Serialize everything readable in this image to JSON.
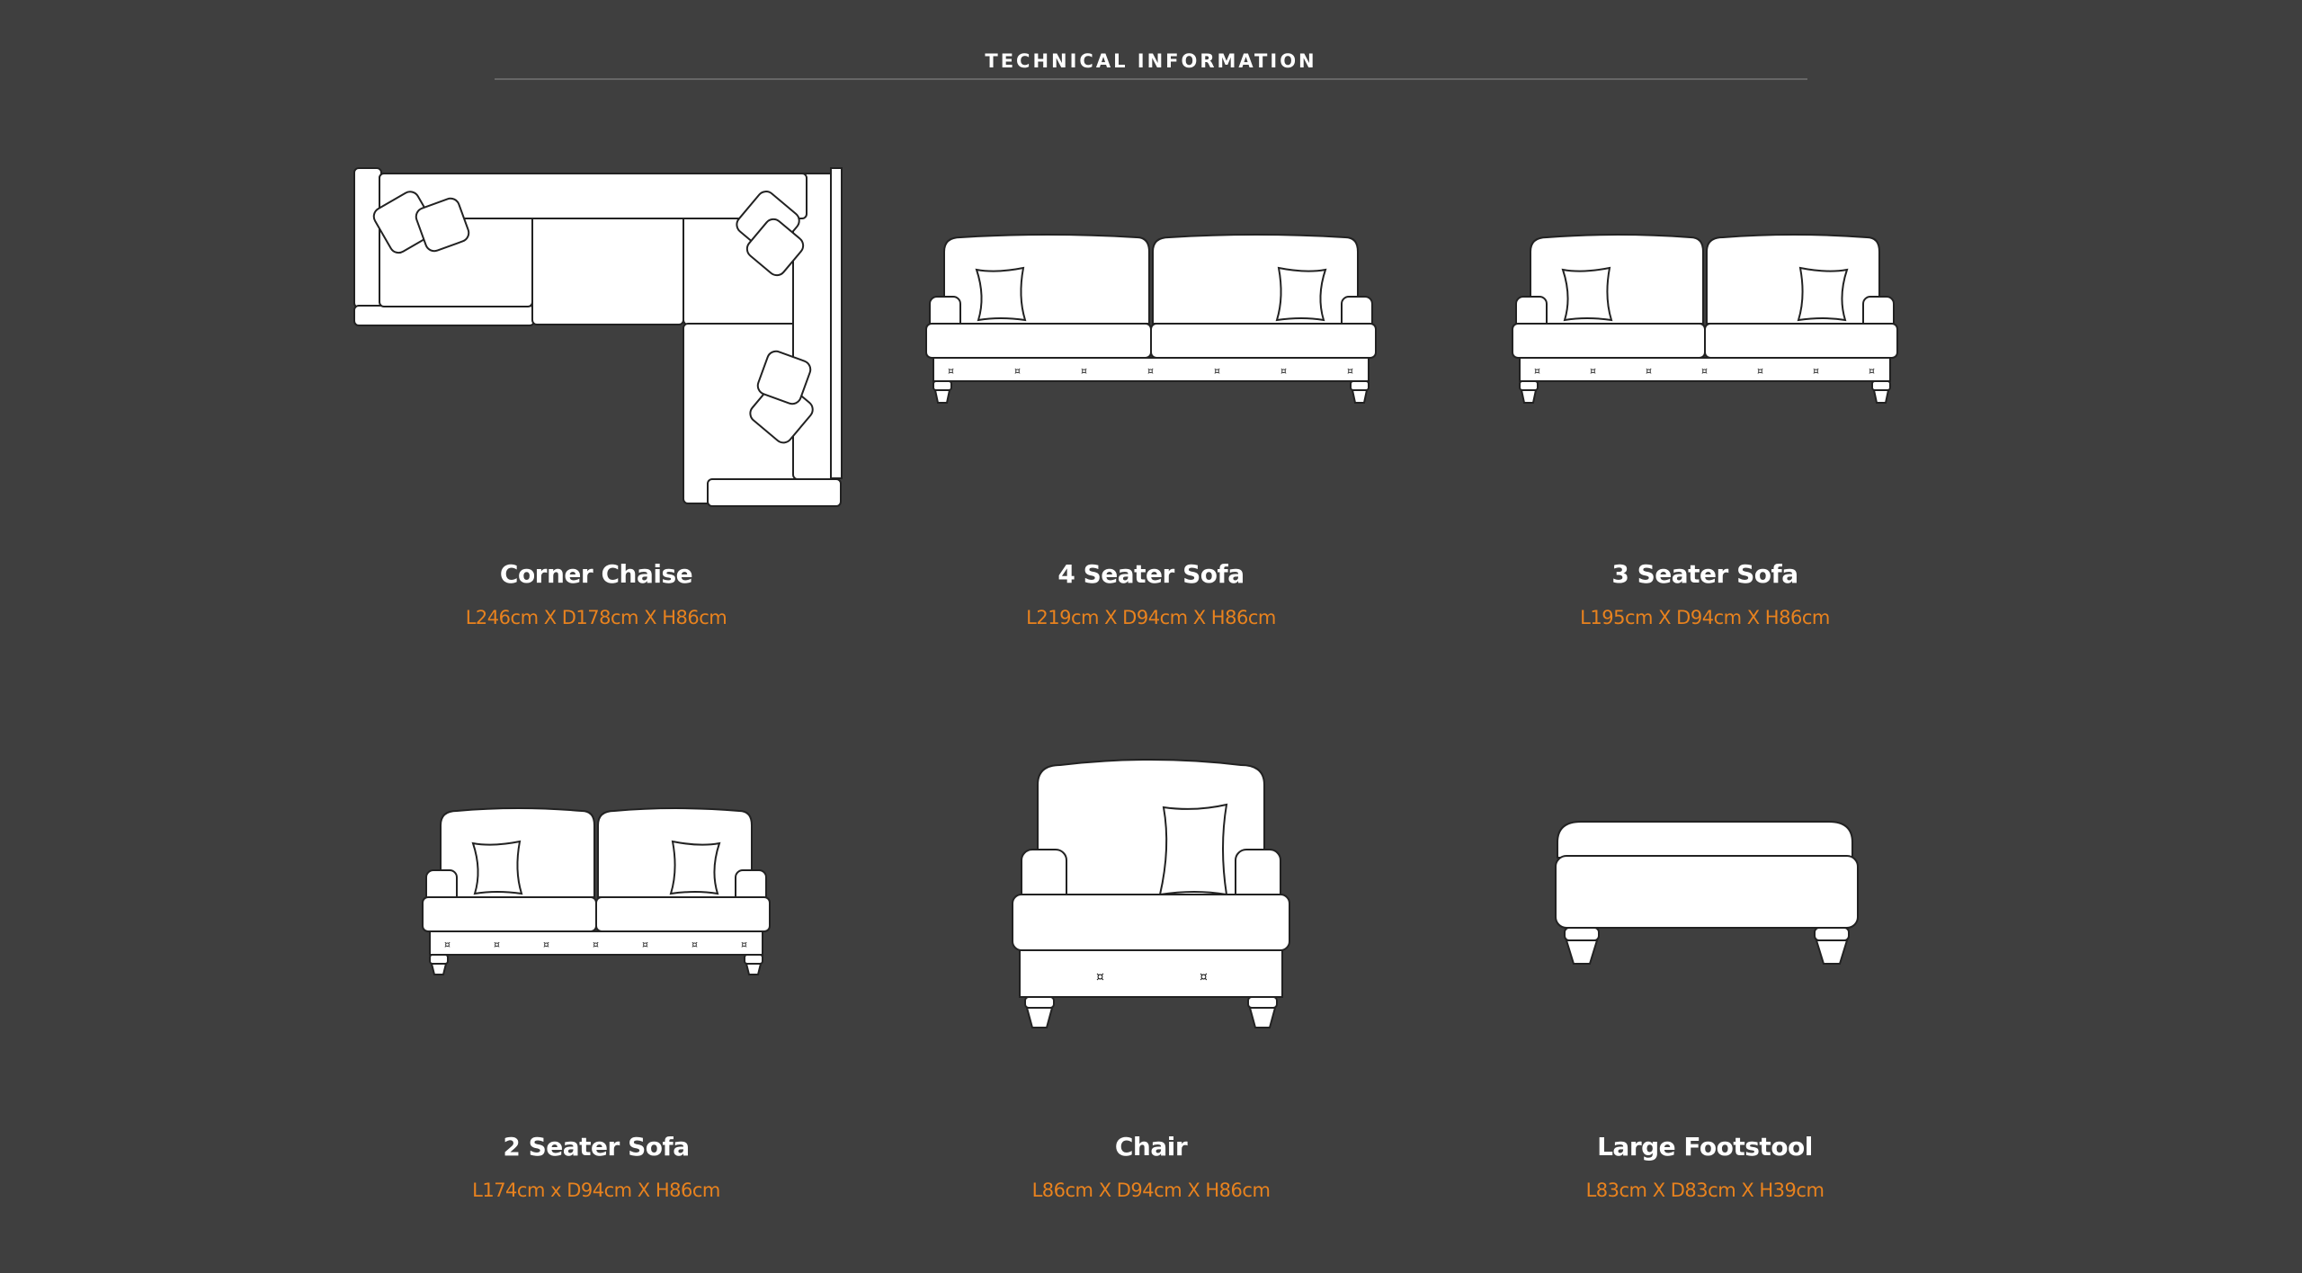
{
  "header": {
    "title": "TECHNICAL INFORMATION"
  },
  "products": [
    {
      "name": "Corner Chaise",
      "dimensions": "L246cm X D178cm X H86cm"
    },
    {
      "name": "4 Seater Sofa",
      "dimensions": "L219cm X D94cm X H86cm"
    },
    {
      "name": "3 Seater Sofa",
      "dimensions": "L195cm X D94cm X H86cm"
    },
    {
      "name": "2 Seater Sofa",
      "dimensions": "L174cm x D94cm X H86cm"
    },
    {
      "name": "Chair",
      "dimensions": "L86cm X D94cm X H86cm"
    },
    {
      "name": "Large Footstool",
      "dimensions": "L83cm X D83cm X H39cm"
    }
  ],
  "colors": {
    "background": "#3f3f3f",
    "accent": "#e8821e"
  }
}
